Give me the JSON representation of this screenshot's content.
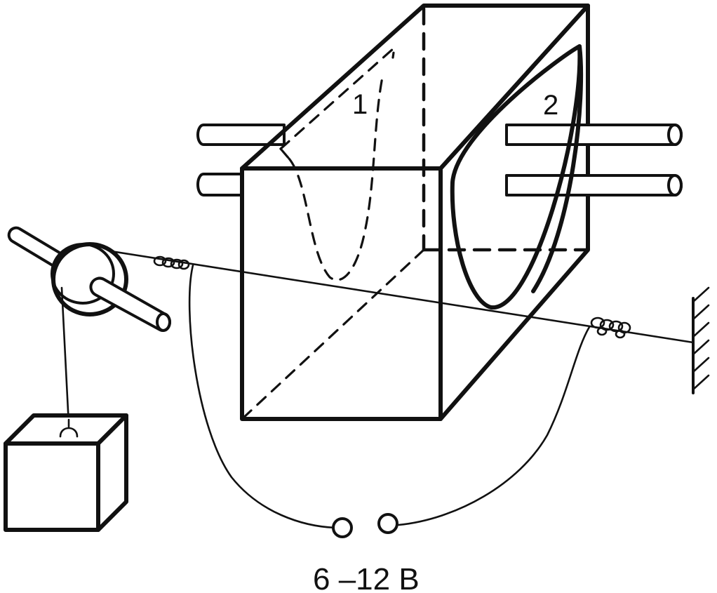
{
  "labels": {
    "mirror_1": "1",
    "mirror_2": "2",
    "voltage": "6 –12 В"
  }
}
